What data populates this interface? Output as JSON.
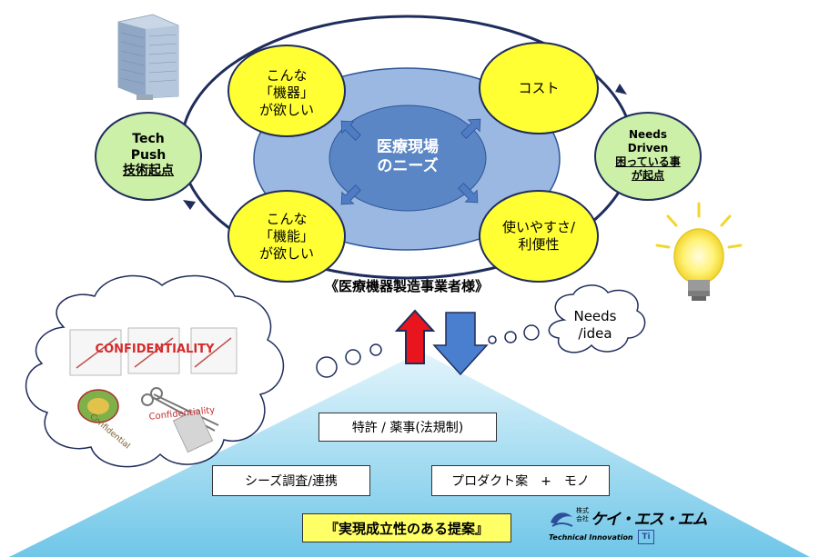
{
  "center": {
    "line1": "医療現場",
    "line2": "のニーズ"
  },
  "bubbles": {
    "top_left": {
      "line1": "こんな",
      "line2": "「機器」",
      "line3": "が欲しい"
    },
    "bottom_left": {
      "line1": "こんな",
      "line2": "「機能」",
      "line3": "が欲しい"
    },
    "top_right": {
      "text": "コスト"
    },
    "bottom_right": {
      "line1": "使いやすさ/",
      "line2": "利便性"
    }
  },
  "tech_push": {
    "line1": "Tech",
    "line2": "Push",
    "line3": "技術起点"
  },
  "needs_driven": {
    "line1": "Needs",
    "line2": "Driven",
    "line3": "困っている事",
    "line4": "が起点"
  },
  "manufacturer_label": "《医療機器製造事業者様》",
  "thought_cloud_right": {
    "line1": "Needs",
    "line2": "/idea"
  },
  "confidential_doc": {
    "text1": "CONFIDENTIALITY",
    "text2": "Confidentiality",
    "text3": "Confidential"
  },
  "pyramid": {
    "box_patent": "特許 / 薬事(法規制)",
    "box_seeds": "シーズ調査/連携",
    "box_product": "プロダクト案　+　モノ",
    "proposal": "『実現成立性のある提案』"
  },
  "logo": {
    "kabushiki": "株式",
    "kaisha": "会社",
    "name": "ケイ・エス・エム",
    "tagline": "Technical Innovation",
    "mark": "Ti"
  },
  "colors": {
    "bubble_yellow": "#ffff33",
    "bubble_green": "#ccf0a8",
    "inner_ellipse": "#9ab8e2",
    "core_ellipse": "#5b86c5",
    "pyramid_top": "#e3f5fc",
    "pyramid_bottom": "#6fc6e8",
    "up_arrow": "#e8141e",
    "down_arrow": "#4a7fd0",
    "proposal_box": "#ffff66"
  }
}
